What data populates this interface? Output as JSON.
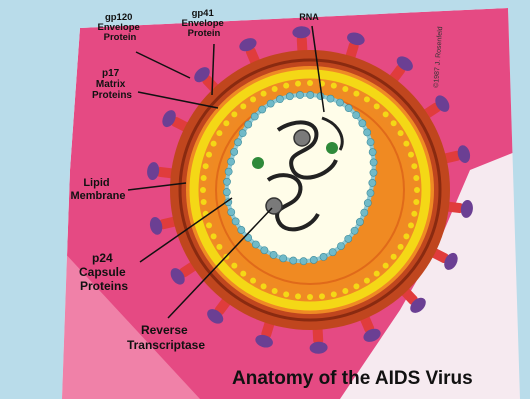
{
  "title": "Anatomy of the AIDS Virus",
  "credit": "©1987 J. Rosenfeld",
  "colors": {
    "background": "#b9dcea",
    "card": "#f6eaf0",
    "pink_band": "#e54a83",
    "outer_layer": "#c0461e",
    "inner_ring": "#f4d816",
    "core": "#f08a22",
    "capsid_fill": "#fffde9",
    "capsid_beads": "#71bac8",
    "spike_stalk": "#e03c3c",
    "spike_knob": "#6b3f93"
  },
  "labels": {
    "gp120": [
      "gp120",
      "Envelope",
      "Protein"
    ],
    "gp41": [
      "gp41",
      "Envelope",
      "Protein"
    ],
    "rna": [
      "RNA"
    ],
    "p17": [
      "p17",
      "Matrix",
      "Proteins"
    ],
    "lipid": [
      "Lipid",
      "Membrane"
    ],
    "p24": [
      "p24",
      "Capsule",
      "Proteins"
    ],
    "rt": [
      "Reverse",
      "Transcriptase"
    ]
  }
}
